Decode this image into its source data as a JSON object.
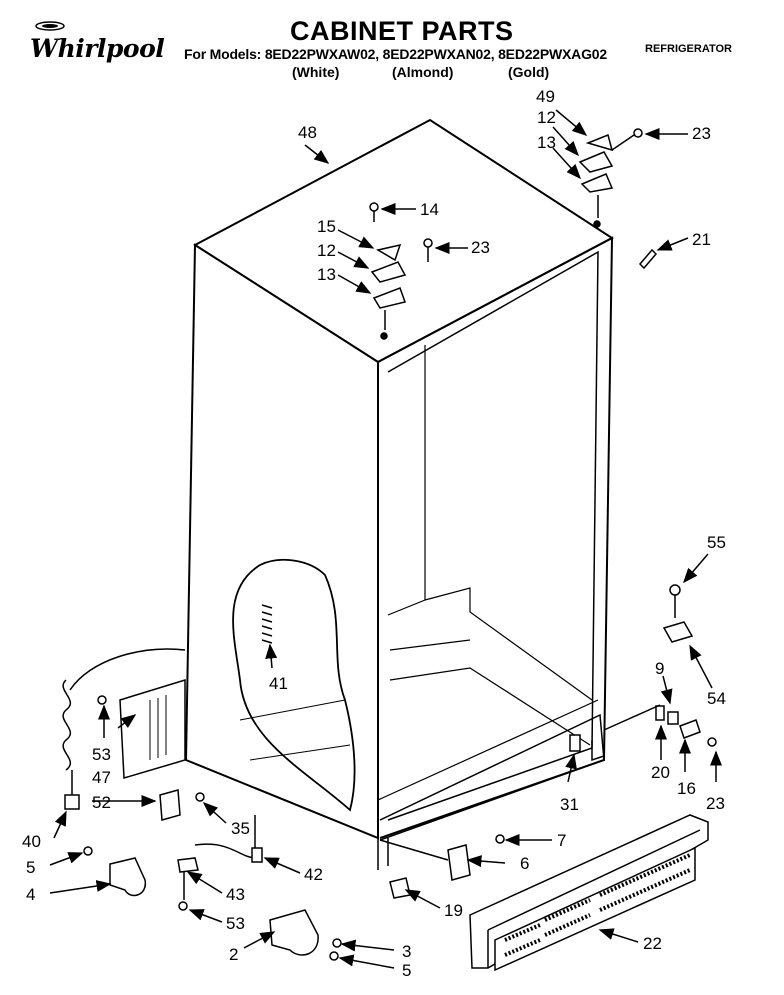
{
  "header": {
    "brand": "Whirlpool",
    "title": "CABINET PARTS",
    "models_line": "For Models: 8ED22PWXAW02, 8ED22PWXAN02, 8ED22PWXAG02",
    "colors": [
      "(White)",
      "(Almond)",
      "(Gold)"
    ],
    "category": "REFRIGERATOR"
  },
  "callouts": {
    "c48": "48",
    "c49": "49",
    "c12a": "12",
    "c13a": "13",
    "c23a": "23",
    "c14": "14",
    "c15": "15",
    "c12b": "12",
    "c13b": "13",
    "c23b": "23",
    "c21": "21",
    "c55": "55",
    "c41": "41",
    "c9": "9",
    "c54": "54",
    "c20": "20",
    "c16": "16",
    "c23c": "23",
    "c31": "31",
    "c53a": "53",
    "c47": "47",
    "c52": "52",
    "c35": "35",
    "c40": "40",
    "c7": "7",
    "c6": "6",
    "c5a": "5",
    "c42": "42",
    "c4": "4",
    "c43": "43",
    "c19": "19",
    "c53b": "53",
    "c22": "22",
    "c2": "2",
    "c3": "3",
    "c5b": "5"
  }
}
